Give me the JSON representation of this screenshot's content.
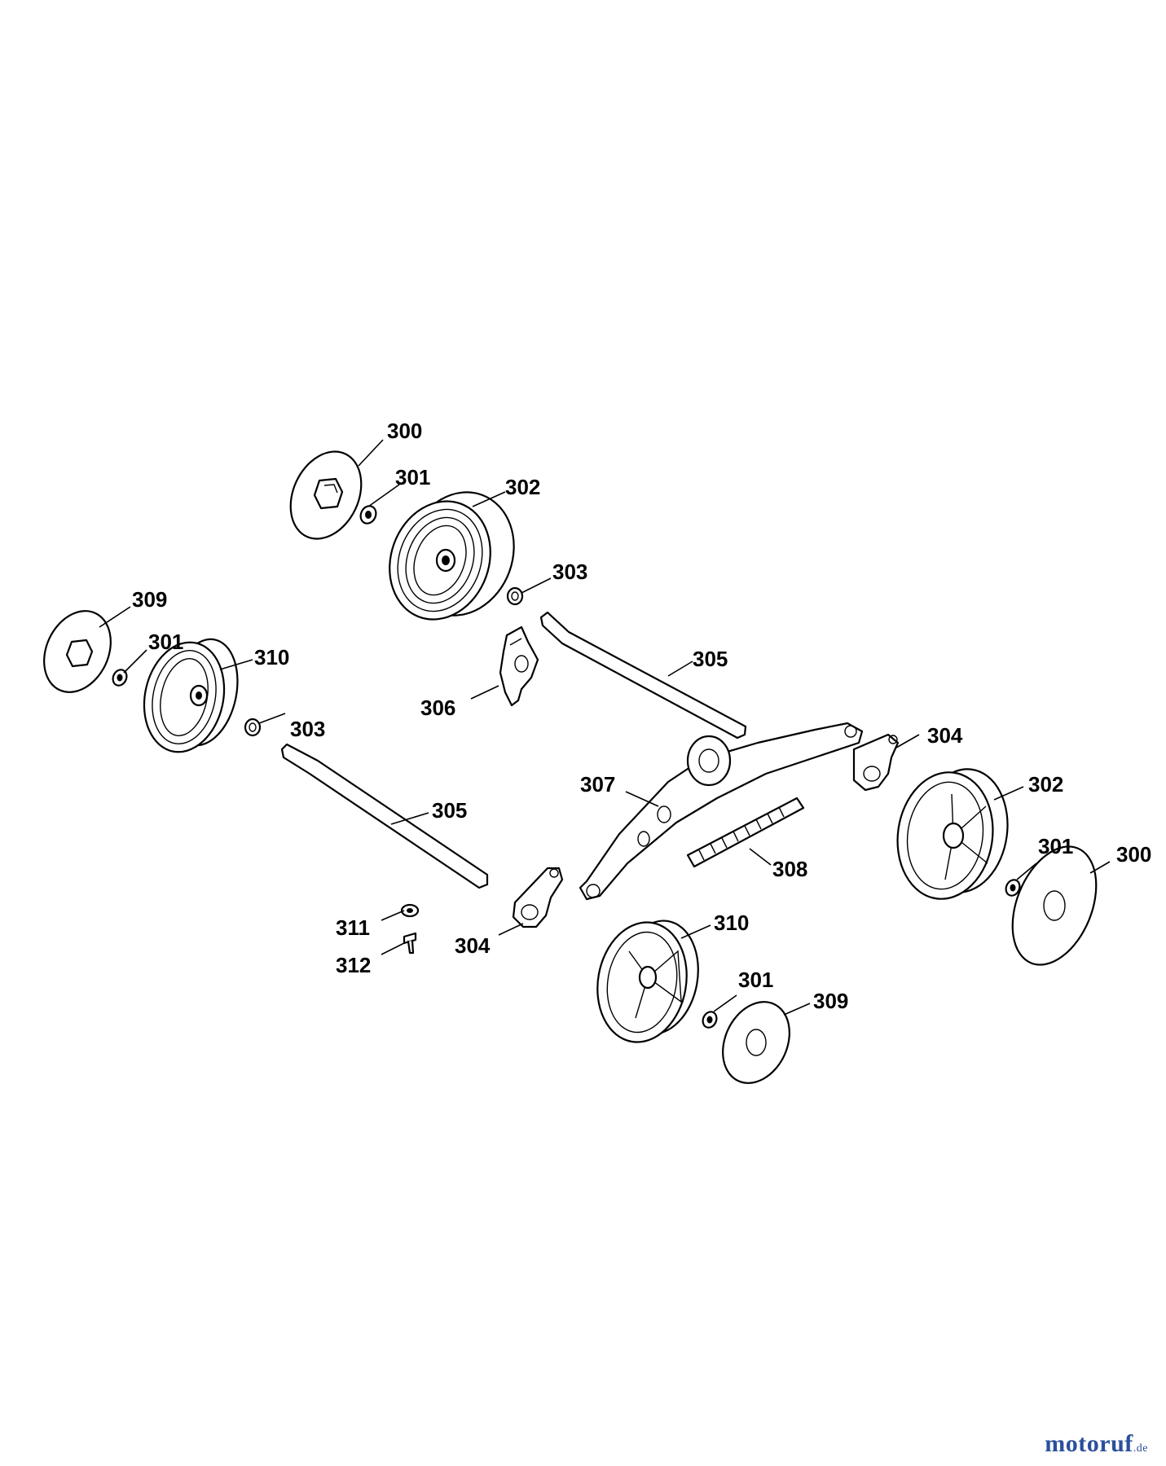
{
  "callouts": {
    "c300a": "300",
    "c301a": "301",
    "c302a": "302",
    "c303a": "303",
    "c309a": "309",
    "c301b": "301",
    "c310a": "310",
    "c303b": "303",
    "c305a": "305",
    "c306": "306",
    "c305b": "305",
    "c304a": "304",
    "c307": "307",
    "c302b": "302",
    "c301c": "301",
    "c300b": "300",
    "c308": "308",
    "c311": "311",
    "c312": "312",
    "c304b": "304",
    "c310b": "310",
    "c301d": "301",
    "c309b": "309"
  },
  "watermark": {
    "main": "motoruf",
    "suffix": ".de"
  },
  "colors": {
    "line": "#000000",
    "background": "#ffffff",
    "watermark": "#2b4f9c"
  }
}
